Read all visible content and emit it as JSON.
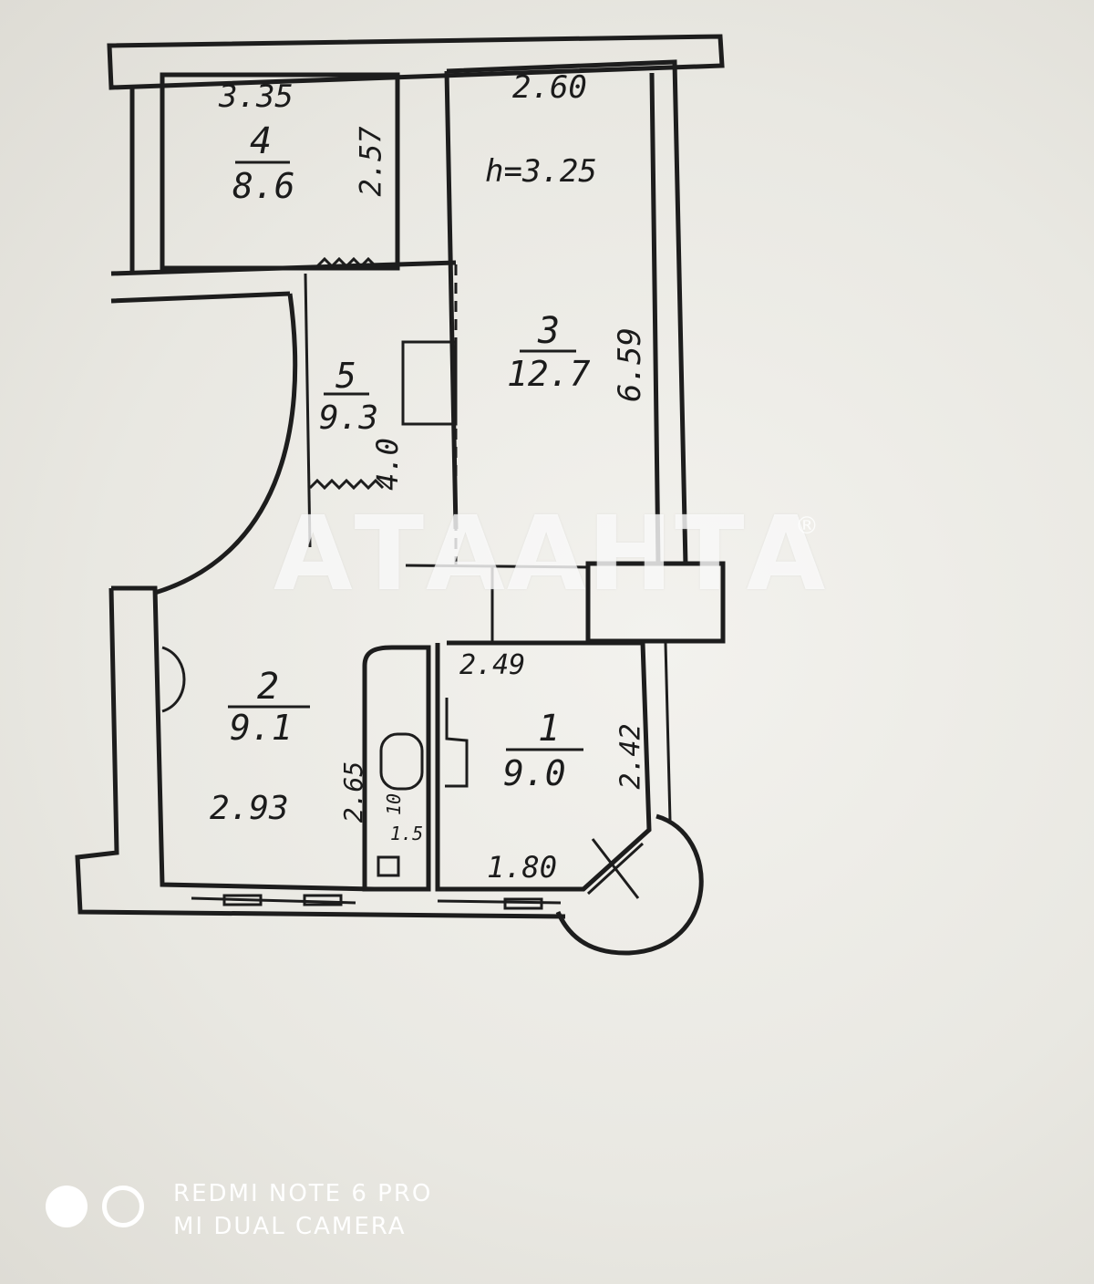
{
  "rooms": [
    {
      "number": "1",
      "area": "9.0",
      "dims": [
        "2.49",
        "2.42",
        "1.80"
      ]
    },
    {
      "number": "2",
      "area": "9.1",
      "dims": [
        "2.93",
        "2.65"
      ]
    },
    {
      "number": "3",
      "area": "12.7",
      "dims": [
        "2.60",
        "6.59"
      ],
      "height": "h=3.25"
    },
    {
      "number": "4",
      "area": "8.6",
      "dims": [
        "3.35",
        "2.57"
      ]
    },
    {
      "number": "5",
      "area": "9.3",
      "dims": [
        "4.0"
      ]
    },
    {
      "number": "10",
      "area": "1.5"
    }
  ],
  "watermark": {
    "text": "АТААНТА",
    "mark": "®"
  },
  "camera": {
    "line1": "REDMI NOTE 6 PRO",
    "line2": "MI DUAL CAMERA"
  },
  "colors": {
    "ink": "#1d1d1d",
    "paper": "#ecebe6",
    "watermark": "#ffffff"
  }
}
